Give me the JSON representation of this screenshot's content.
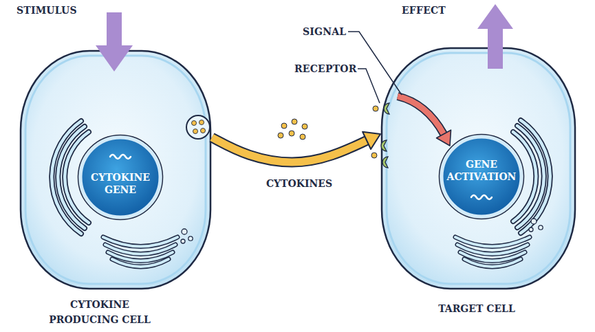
{
  "diagram": {
    "nodes": [
      {
        "text": [
          "CYTOKINE PRODUCING CELL"
        ]
      },
      {
        "text": [
          "CYTOKINE GENE"
        ],
        "in": 0
      },
      {
        "text": [
          "TARGET CELL"
        ]
      },
      {
        "text": [
          "GENE ACTIVATION"
        ],
        "in": 2
      }
    ],
    "edges": [
      {
        "from": 0,
        "to": 2,
        "label": "CYTOKINES",
        "arrow": "to"
      }
    ],
    "labels": [
      "STIMULUS",
      "EFFECT",
      "SIGNAL",
      "RECEPTOR"
    ]
  }
}
